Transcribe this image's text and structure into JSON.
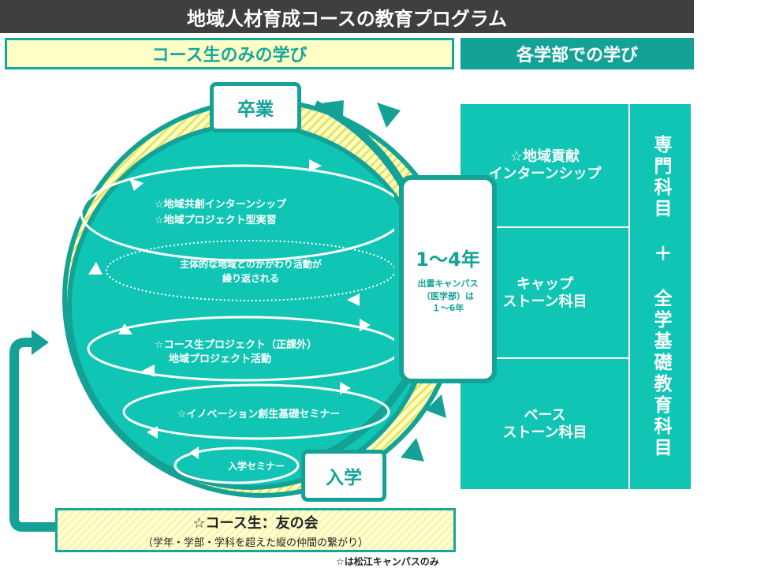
{
  "title": "地域人材育成コースの教育プログラム",
  "tabs": {
    "course_only": "コース生のみの学び",
    "faculty": "各学部での学び"
  },
  "circle": {
    "graduation": "卒業",
    "entrance": "入学",
    "loop1_line1": "☆地域共創インターンシップ",
    "loop1_line2": "☆地域プロジェクト型実習",
    "dotted_text": "主体的な地域とのかかわり活動が\n繰り返される",
    "loop2_line1": "☆コース生プロジェクト（正課外）",
    "loop2_line2": "地域プロジェクト活動",
    "loop3_text": "☆イノベーション創生基礎セミナー",
    "loop4_text": "入学セミナー"
  },
  "years": {
    "main": "1～4年",
    "sub": "出雲キャンパス\n（医学部）は\n１～6年"
  },
  "right_grid": {
    "cells": [
      "☆地域貢献\nインターンシップ",
      "キャップ\nストーン科目",
      "ベース\nストーン科目"
    ],
    "vertical": "専門科目 ＋ 全学基礎教育科目"
  },
  "friends": {
    "main": "☆コース生：友の会",
    "sub": "（学年・学部・学科を超えた縦の仲間の繋がり）"
  },
  "footnote": "☆は松江キャンパスのみ",
  "colors": {
    "teal": "#14a297",
    "teal_fill": "#11c5b5",
    "cream": "#ffffc6",
    "title_bg": "#3f3f3f"
  }
}
